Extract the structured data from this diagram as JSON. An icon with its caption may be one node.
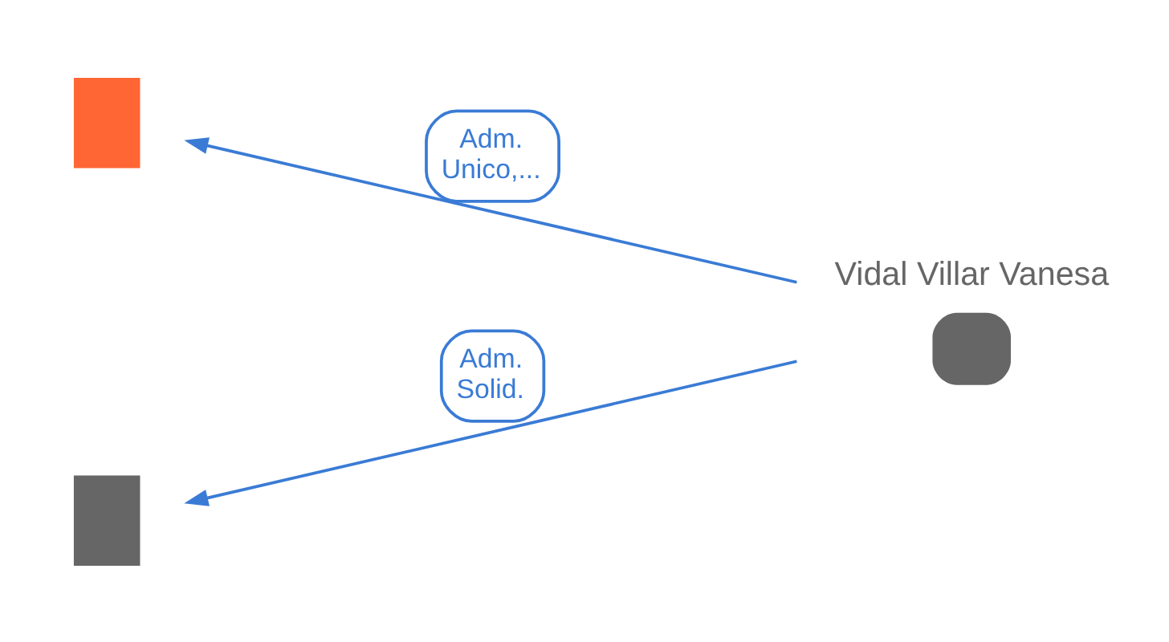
{
  "diagram": {
    "nodes": [
      {
        "text": [],
        "shape": "building"
      },
      {
        "text": [
          "Vidal Villar Vanesa"
        ]
      },
      {
        "text": [],
        "shape": "building"
      }
    ],
    "edges": [
      {
        "from": 1,
        "to": 0,
        "arrow": "to",
        "label": "Adm. Unico,..."
      },
      {
        "from": 1,
        "to": 2,
        "arrow": "to",
        "label": "Adm. Solid."
      }
    ]
  }
}
